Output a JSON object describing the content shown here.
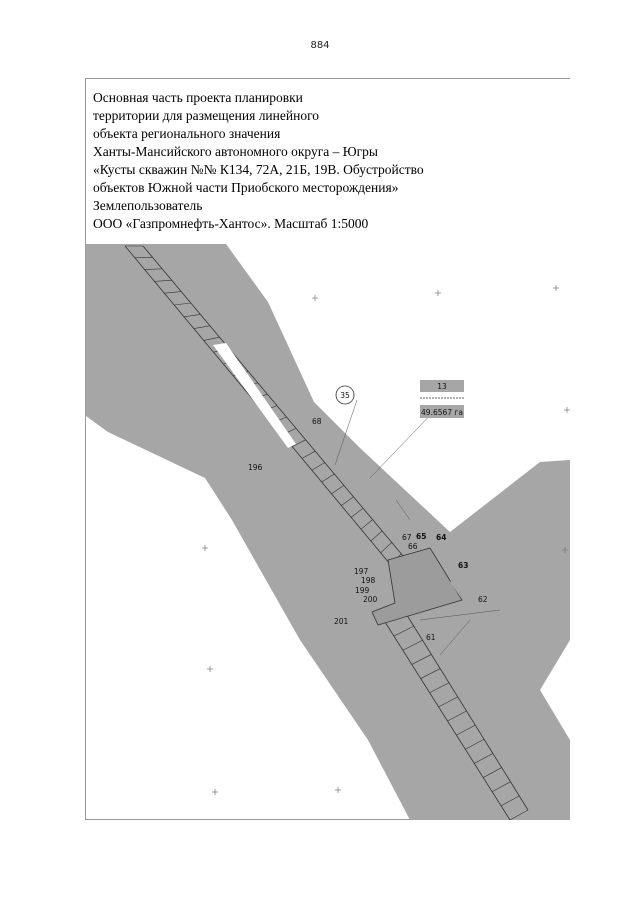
{
  "page_number": "884",
  "header": {
    "lines": [
      "Основная часть проекта планировки",
      "территории для размещения линейного",
      "объекта регионального значения",
      "Ханты-Мансийского автономного округа – Югры",
      "«Кусты скважин №№ К134, 72А, 21Б, 19В. Обустройство",
      "объектов Южной части Приобского месторождения»",
      "Землепользователь",
      "ООО «Газпромнефть-Хантос». Масштаб 1:5000"
    ]
  },
  "map": {
    "circle_label": "35",
    "parcel_box": {
      "top": "13",
      "bottom": "49.6567 га"
    },
    "point_labels": {
      "p68": "68",
      "p196": "196",
      "p67": "67",
      "p65": "65",
      "p66": "66",
      "p64": "64",
      "p63": "63",
      "p197": "197",
      "p198": "198",
      "p199": "199",
      "p200": "200",
      "p201": "201",
      "p62": "62",
      "p61": "61"
    },
    "colors": {
      "zone_fill": "#a6a6a6",
      "line": "#333333",
      "paper": "#ffffff"
    }
  }
}
